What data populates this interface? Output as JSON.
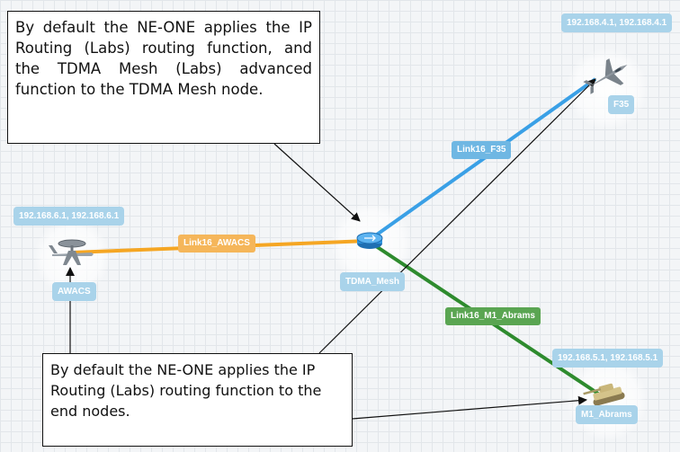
{
  "callouts": {
    "top": "By default the NE-ONE applies the IP Routing (Labs) routing function, and the TDMA Mesh (Labs) advanced function to the TDMA Mesh node.",
    "bottom": "By default the NE-ONE applies the IP Routing (Labs) routing function to the end nodes."
  },
  "nodes": {
    "awacs": {
      "label": "AWACS",
      "ips": "192.168.6.1, 192.168.6.1",
      "icon": "awacs-aircraft-icon"
    },
    "hub": {
      "label": "TDMA_Mesh",
      "icon": "router-hub-icon"
    },
    "f35": {
      "label": "F35",
      "ips": "192.168.4.1, 192.168.4.1",
      "icon": "fighter-jet-icon"
    },
    "abrams": {
      "label": "M1_Abrams",
      "ips": "192.168.5.1, 192.168.5.1",
      "icon": "tank-icon"
    }
  },
  "links": {
    "awacs": {
      "label": "Link16_AWACS",
      "color": "#f5a623"
    },
    "f35": {
      "label": "Link16_F35",
      "color": "#3aa0e6"
    },
    "abrams": {
      "label": "Link16_M1_Abrams",
      "color": "#2e8b2e"
    }
  },
  "colors": {
    "tag_bg": "#a9d3ea",
    "hub": "#2f95e0"
  }
}
